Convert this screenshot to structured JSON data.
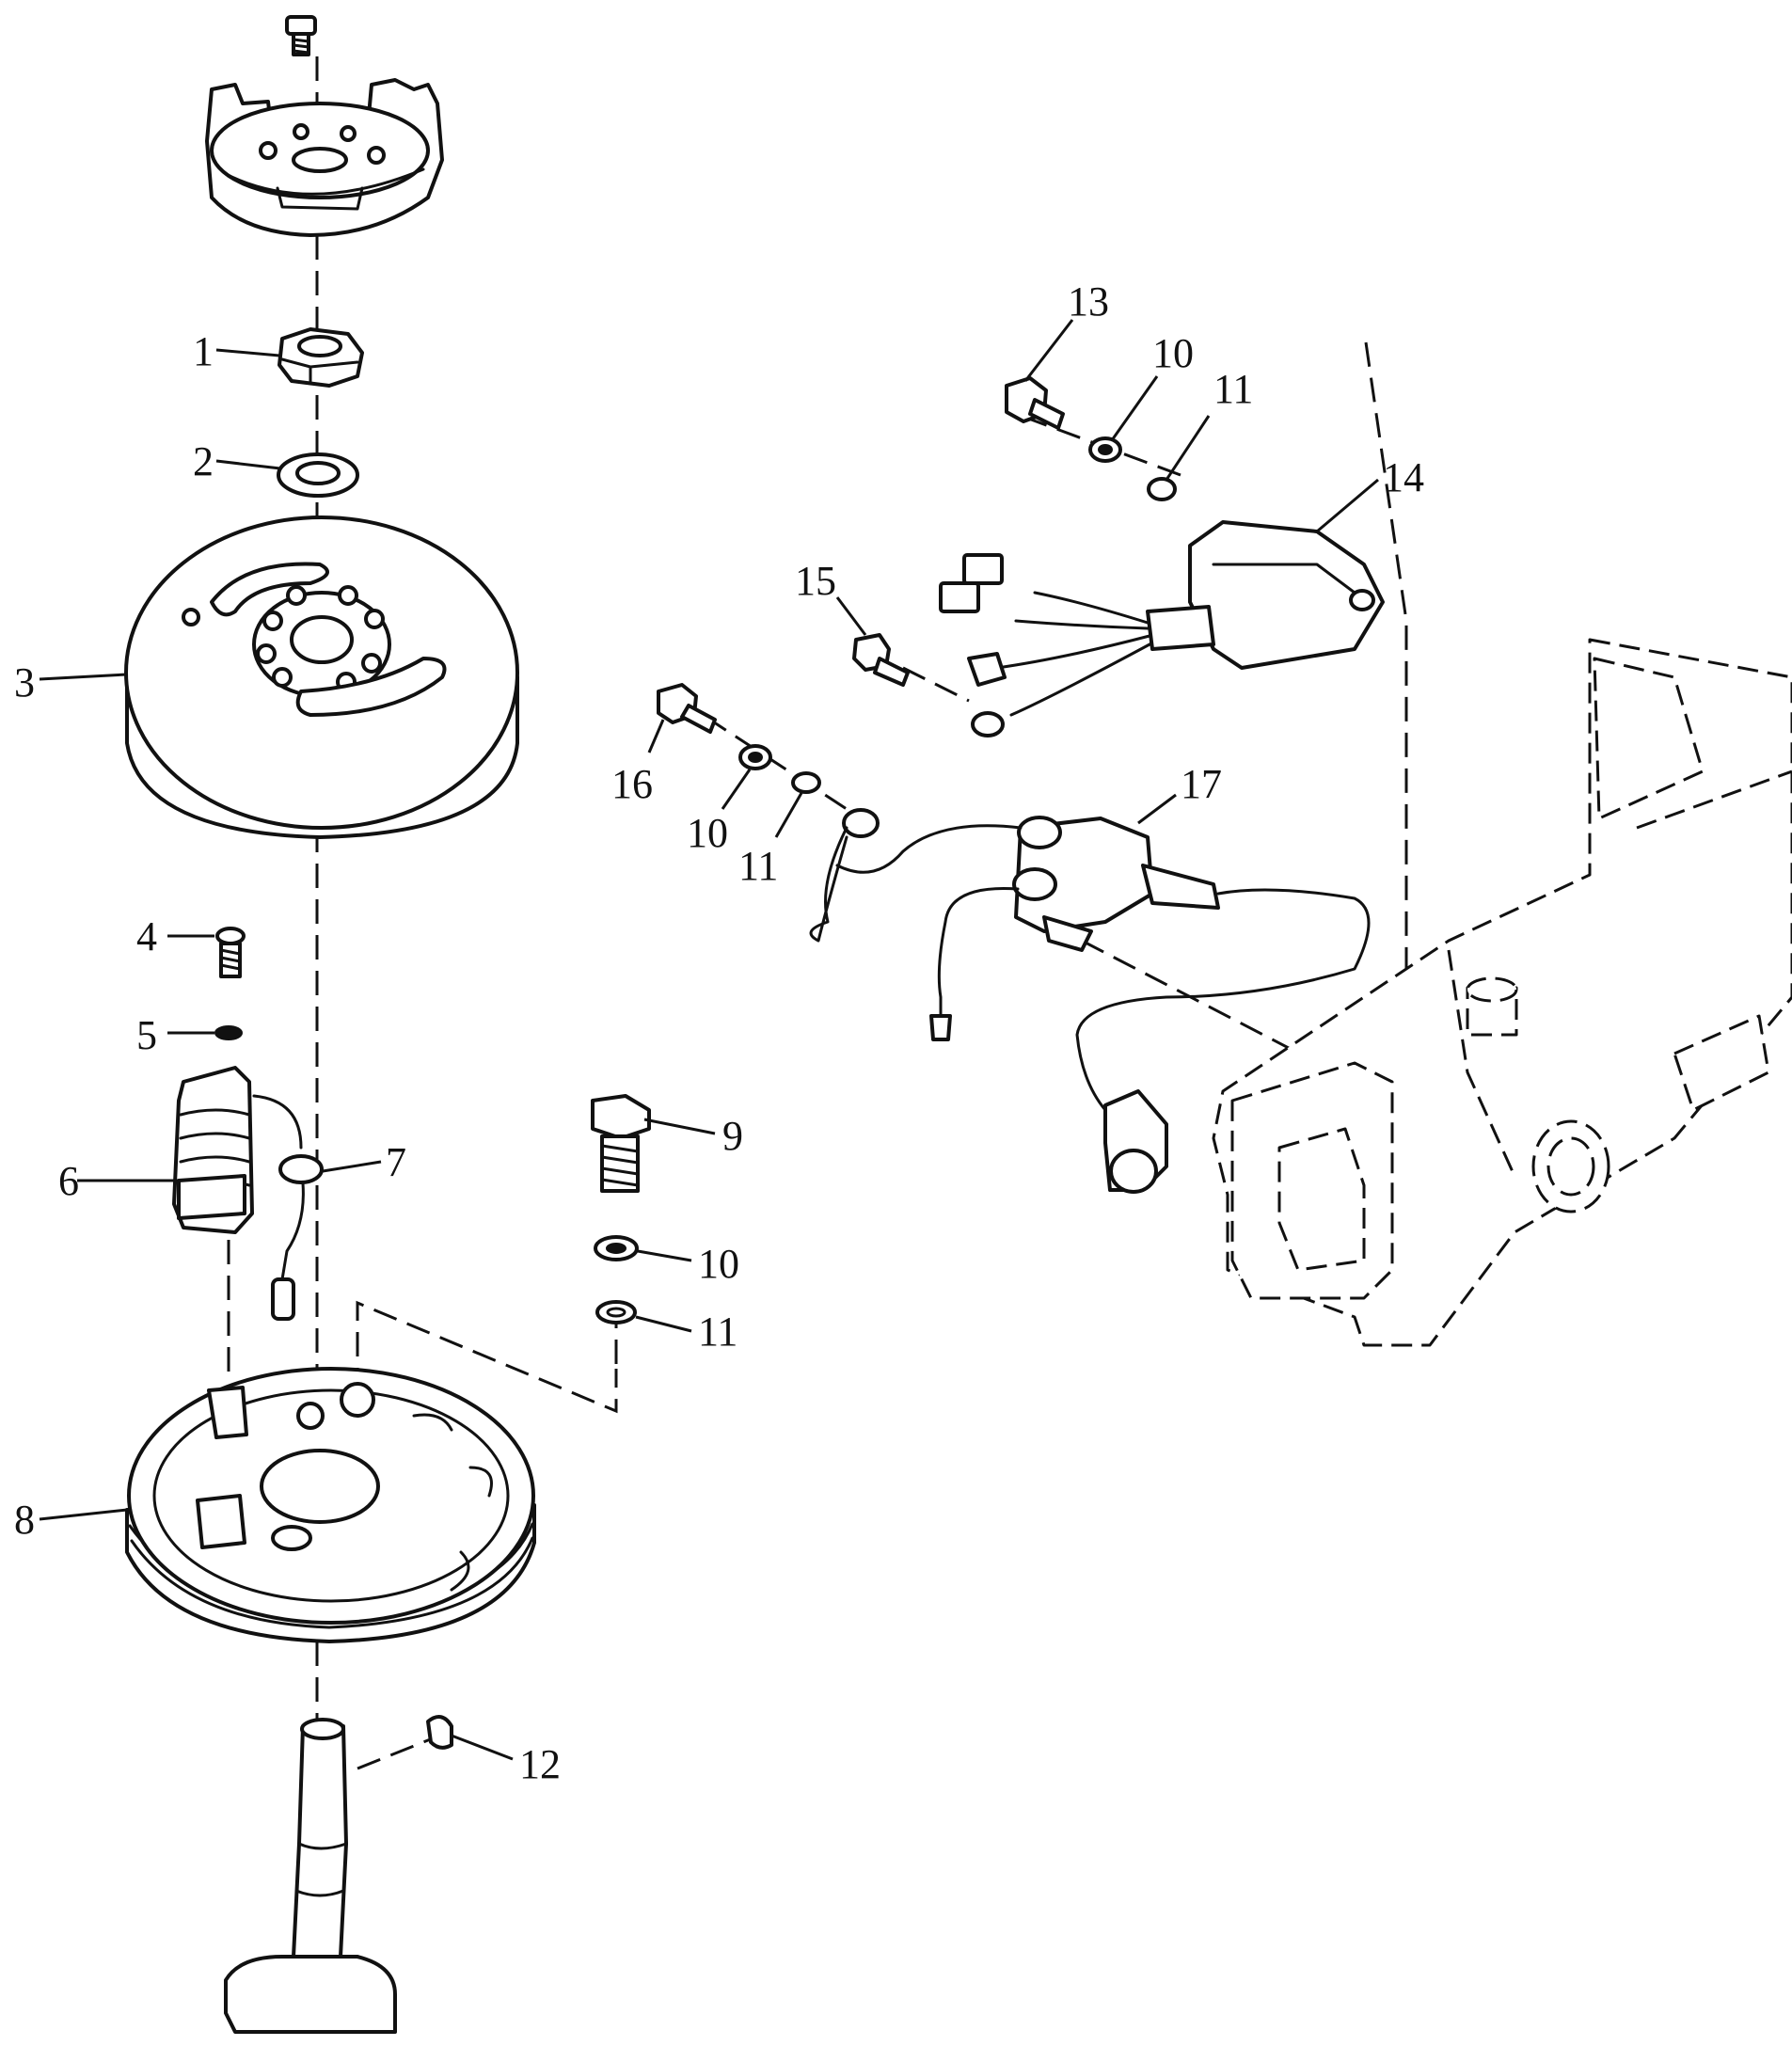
{
  "callouts": {
    "c1": "1",
    "c2": "2",
    "c3": "3",
    "c4": "4",
    "c5": "5",
    "c6": "6",
    "c7": "7",
    "c8": "8",
    "c9": "9",
    "c10a": "10",
    "c11a": "11",
    "c12": "12",
    "c13": "13",
    "c10b": "10",
    "c11b": "11",
    "c14": "14",
    "c15": "15",
    "c16": "16",
    "c10c": "10",
    "c11c": "11",
    "c17": "17"
  }
}
